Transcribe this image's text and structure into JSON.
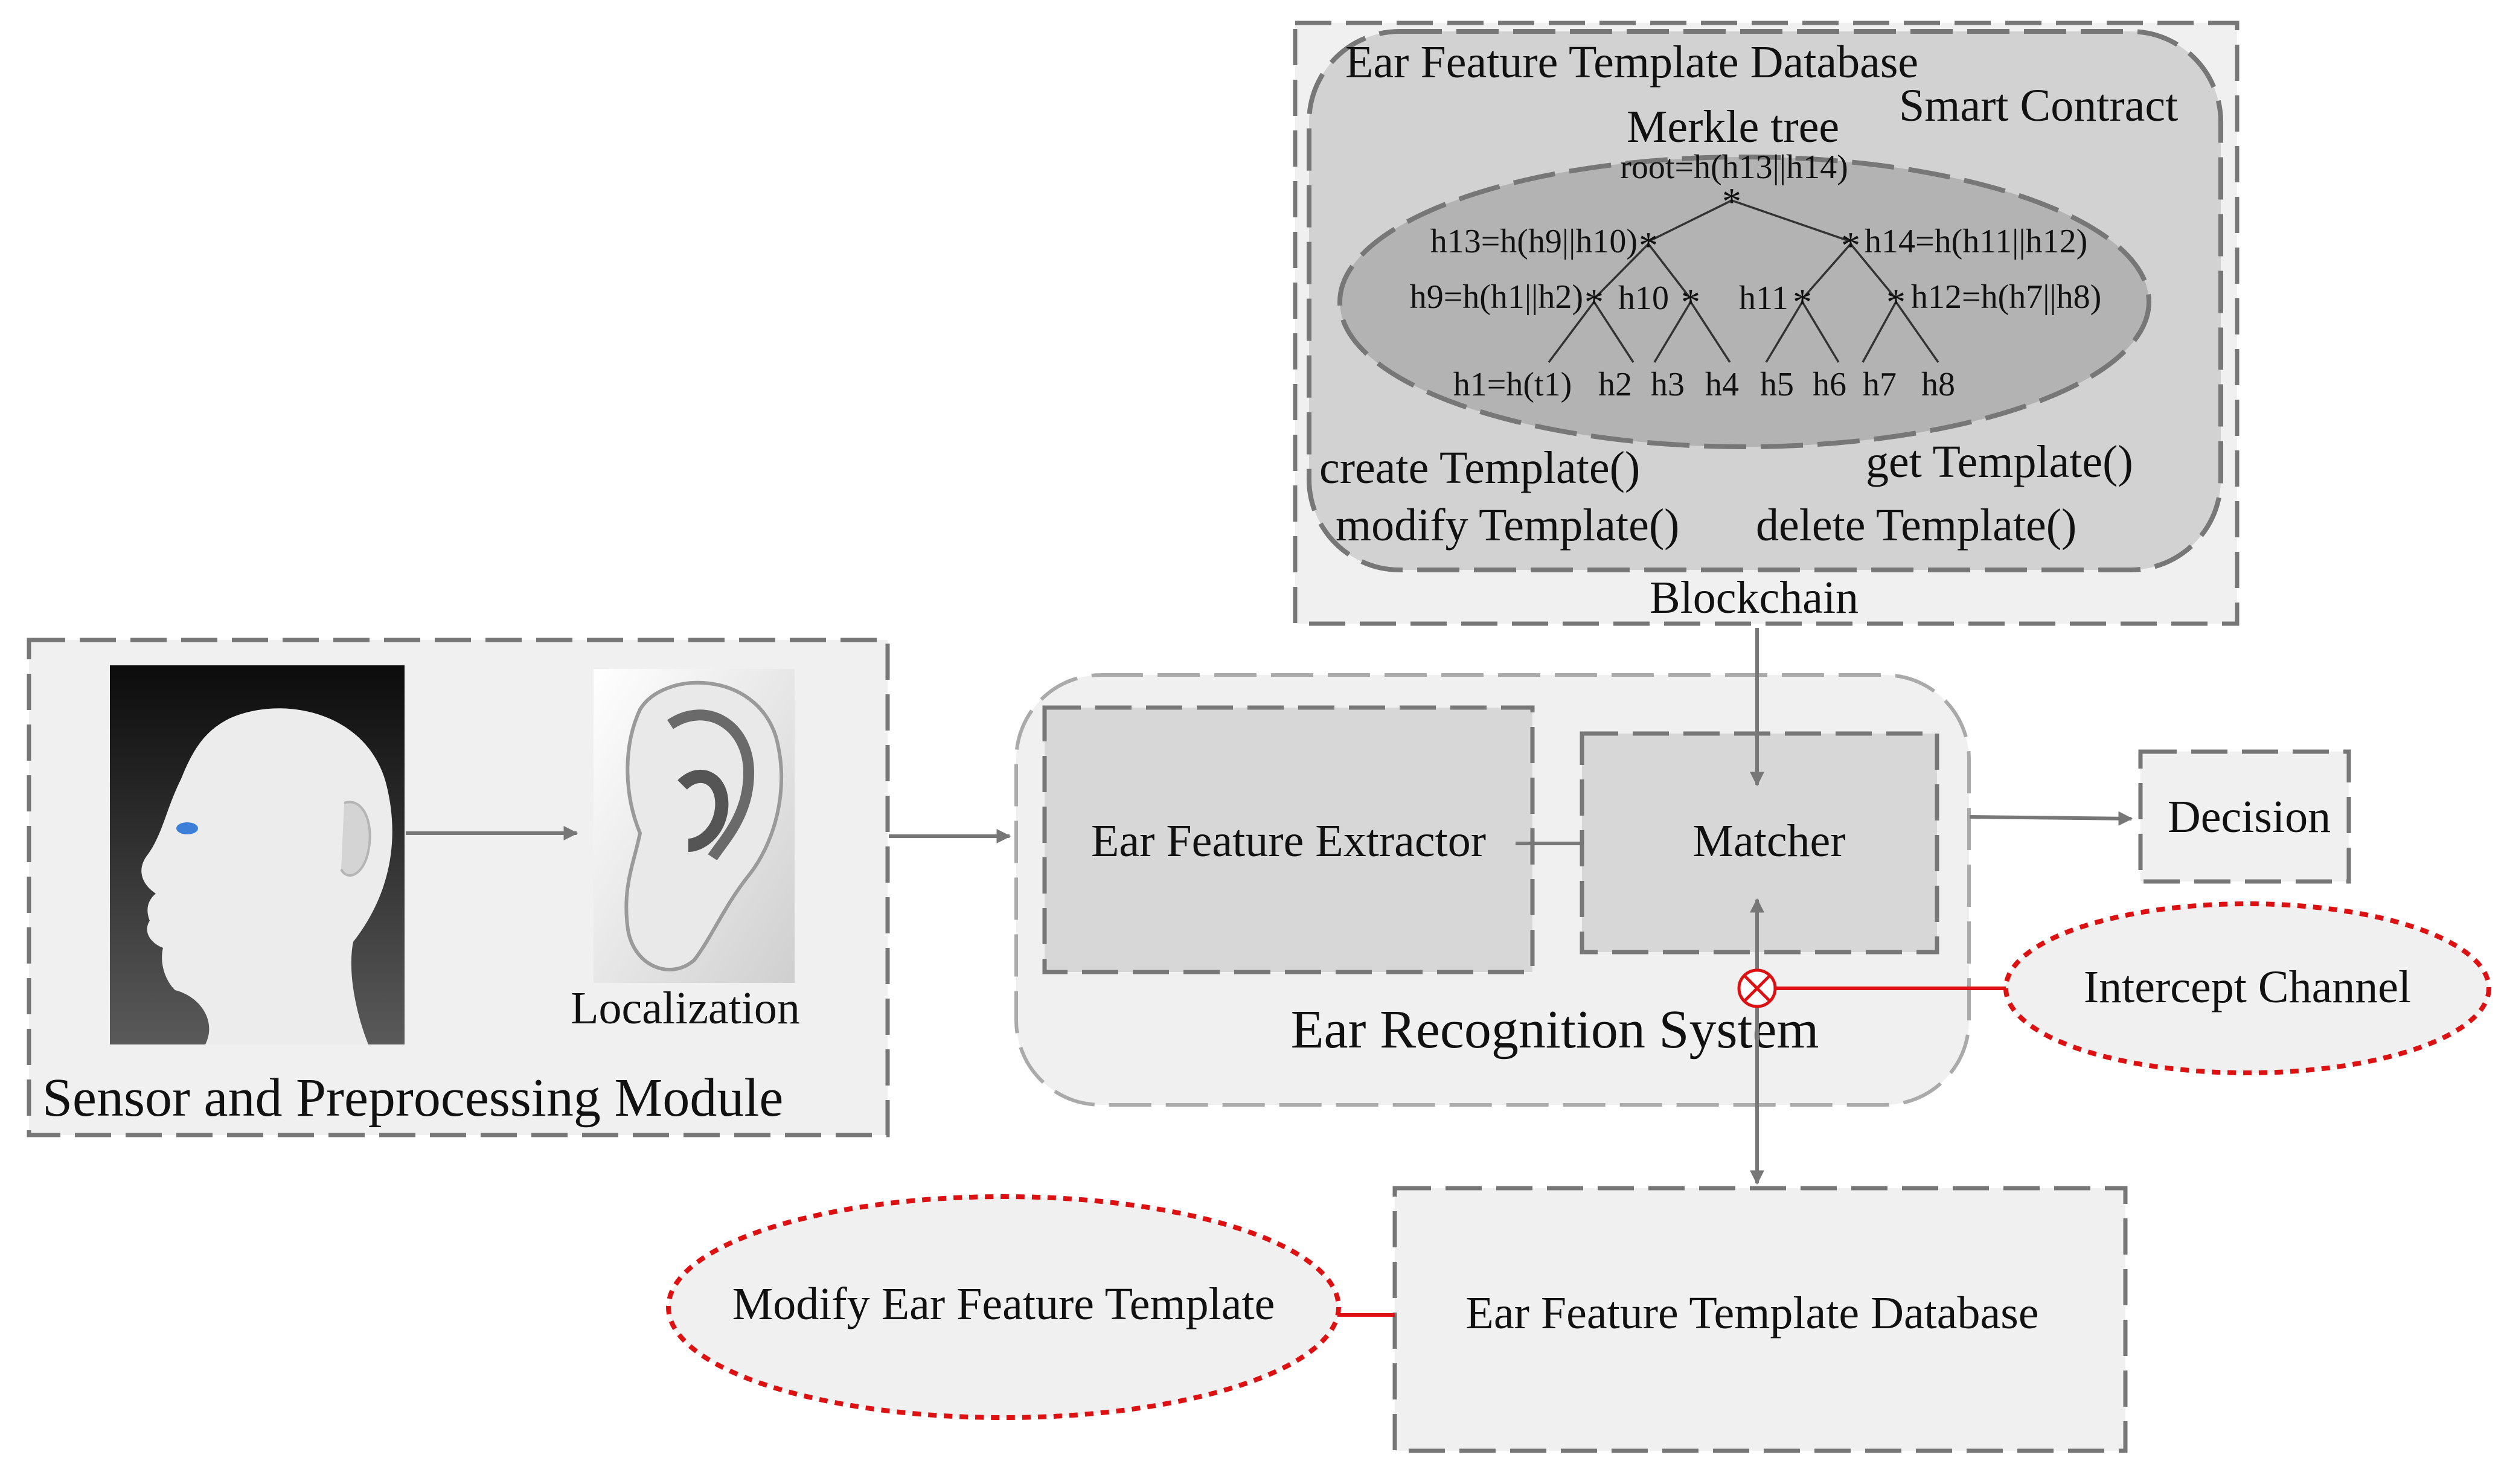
{
  "blockchain": {
    "db_title": "Ear Feature Template Database",
    "smart_contract": "Smart Contract",
    "merkle_title": "Merkle tree",
    "root": "root=h(h13||h14)",
    "h13": "h13=h(h9||h10)",
    "h14": "h14=h(h11||h12)",
    "h9": "h9=h(h1||h2)",
    "h10": "h10",
    "h11": "h11",
    "h12": "h12=h(h7||h8)",
    "leaves": [
      "h1=h(t1)",
      "h2",
      "h3",
      "h4",
      "h5",
      "h6",
      "h7",
      "h8"
    ],
    "fn_create": "create Template()",
    "fn_get": "get Template()",
    "fn_modify": "modify Template()",
    "fn_delete": "delete Template()",
    "label": "Blockchain"
  },
  "sensor": {
    "localization": "Localization",
    "title": "Sensor and Preprocessing Module"
  },
  "recognition": {
    "extractor": "Ear Feature Extractor",
    "matcher": "Matcher",
    "title": "Ear Recognition System"
  },
  "decision": "Decision",
  "intercept": "Intercept Channel",
  "database": "Ear Feature Template Database",
  "modify_attack": "Modify Ear Feature Template",
  "colors": {
    "box_fill": "#f0f0f0",
    "inner_fill": "#d7d7d7",
    "dash": "#777777",
    "attack_red": "#dd1111"
  }
}
